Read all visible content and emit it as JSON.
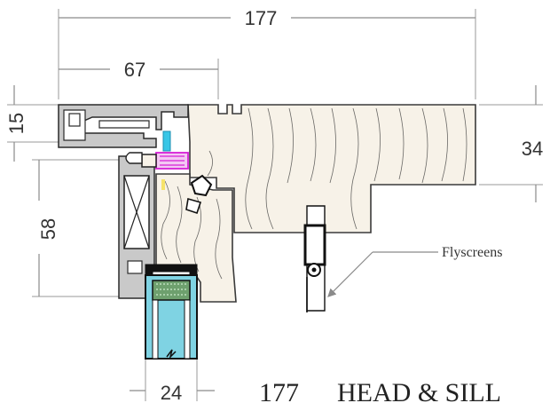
{
  "dimensions": {
    "overall_width": "177",
    "sash_width": "67",
    "frame_height_left": "15",
    "timber_height": "34",
    "sash_height": "58",
    "glass_width": "24"
  },
  "annotation": {
    "flyscreens": "Flyscreens"
  },
  "title": {
    "number": "177",
    "text": "HEAD & SILL"
  },
  "colors": {
    "timber_fill": "#f7f2e8",
    "aluminium_fill": "#c9c9c9",
    "glass_fill": "#7fd3e3",
    "seal_magenta": "#d61fd6",
    "seal_cyan": "#38c6e6",
    "insulation_green": "#6ea06e"
  },
  "icons": [
    "arrow-head-icon",
    "glass-break-icon"
  ]
}
